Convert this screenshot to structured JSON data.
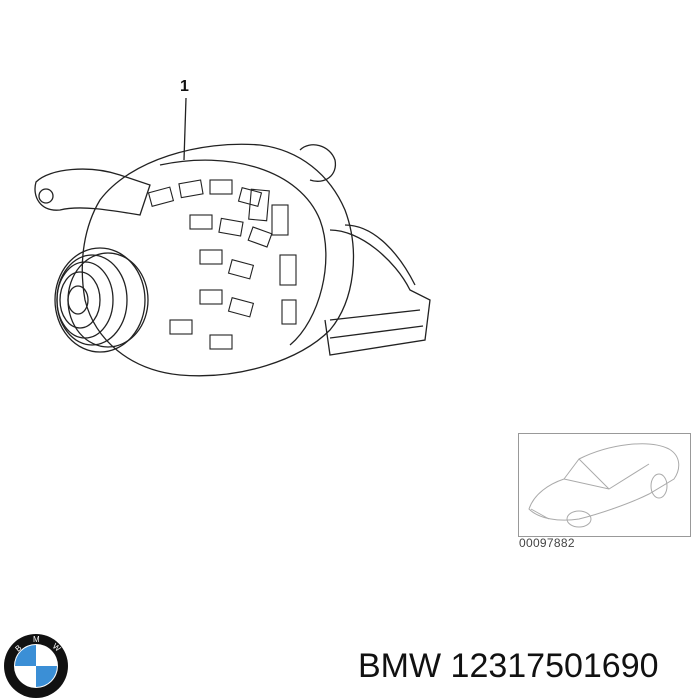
{
  "diagram": {
    "callout_number": "1",
    "part_depicted": "alternator",
    "reference_thumbnail": {
      "code": "00097882",
      "icon": "car-outline-icon"
    }
  },
  "brand": {
    "logo_letters": "BMW",
    "logo_colors": {
      "ring": "#111111",
      "blue": "#3b8fd6",
      "white": "#ffffff"
    }
  },
  "product": {
    "label": "BMW 12317501690"
  }
}
